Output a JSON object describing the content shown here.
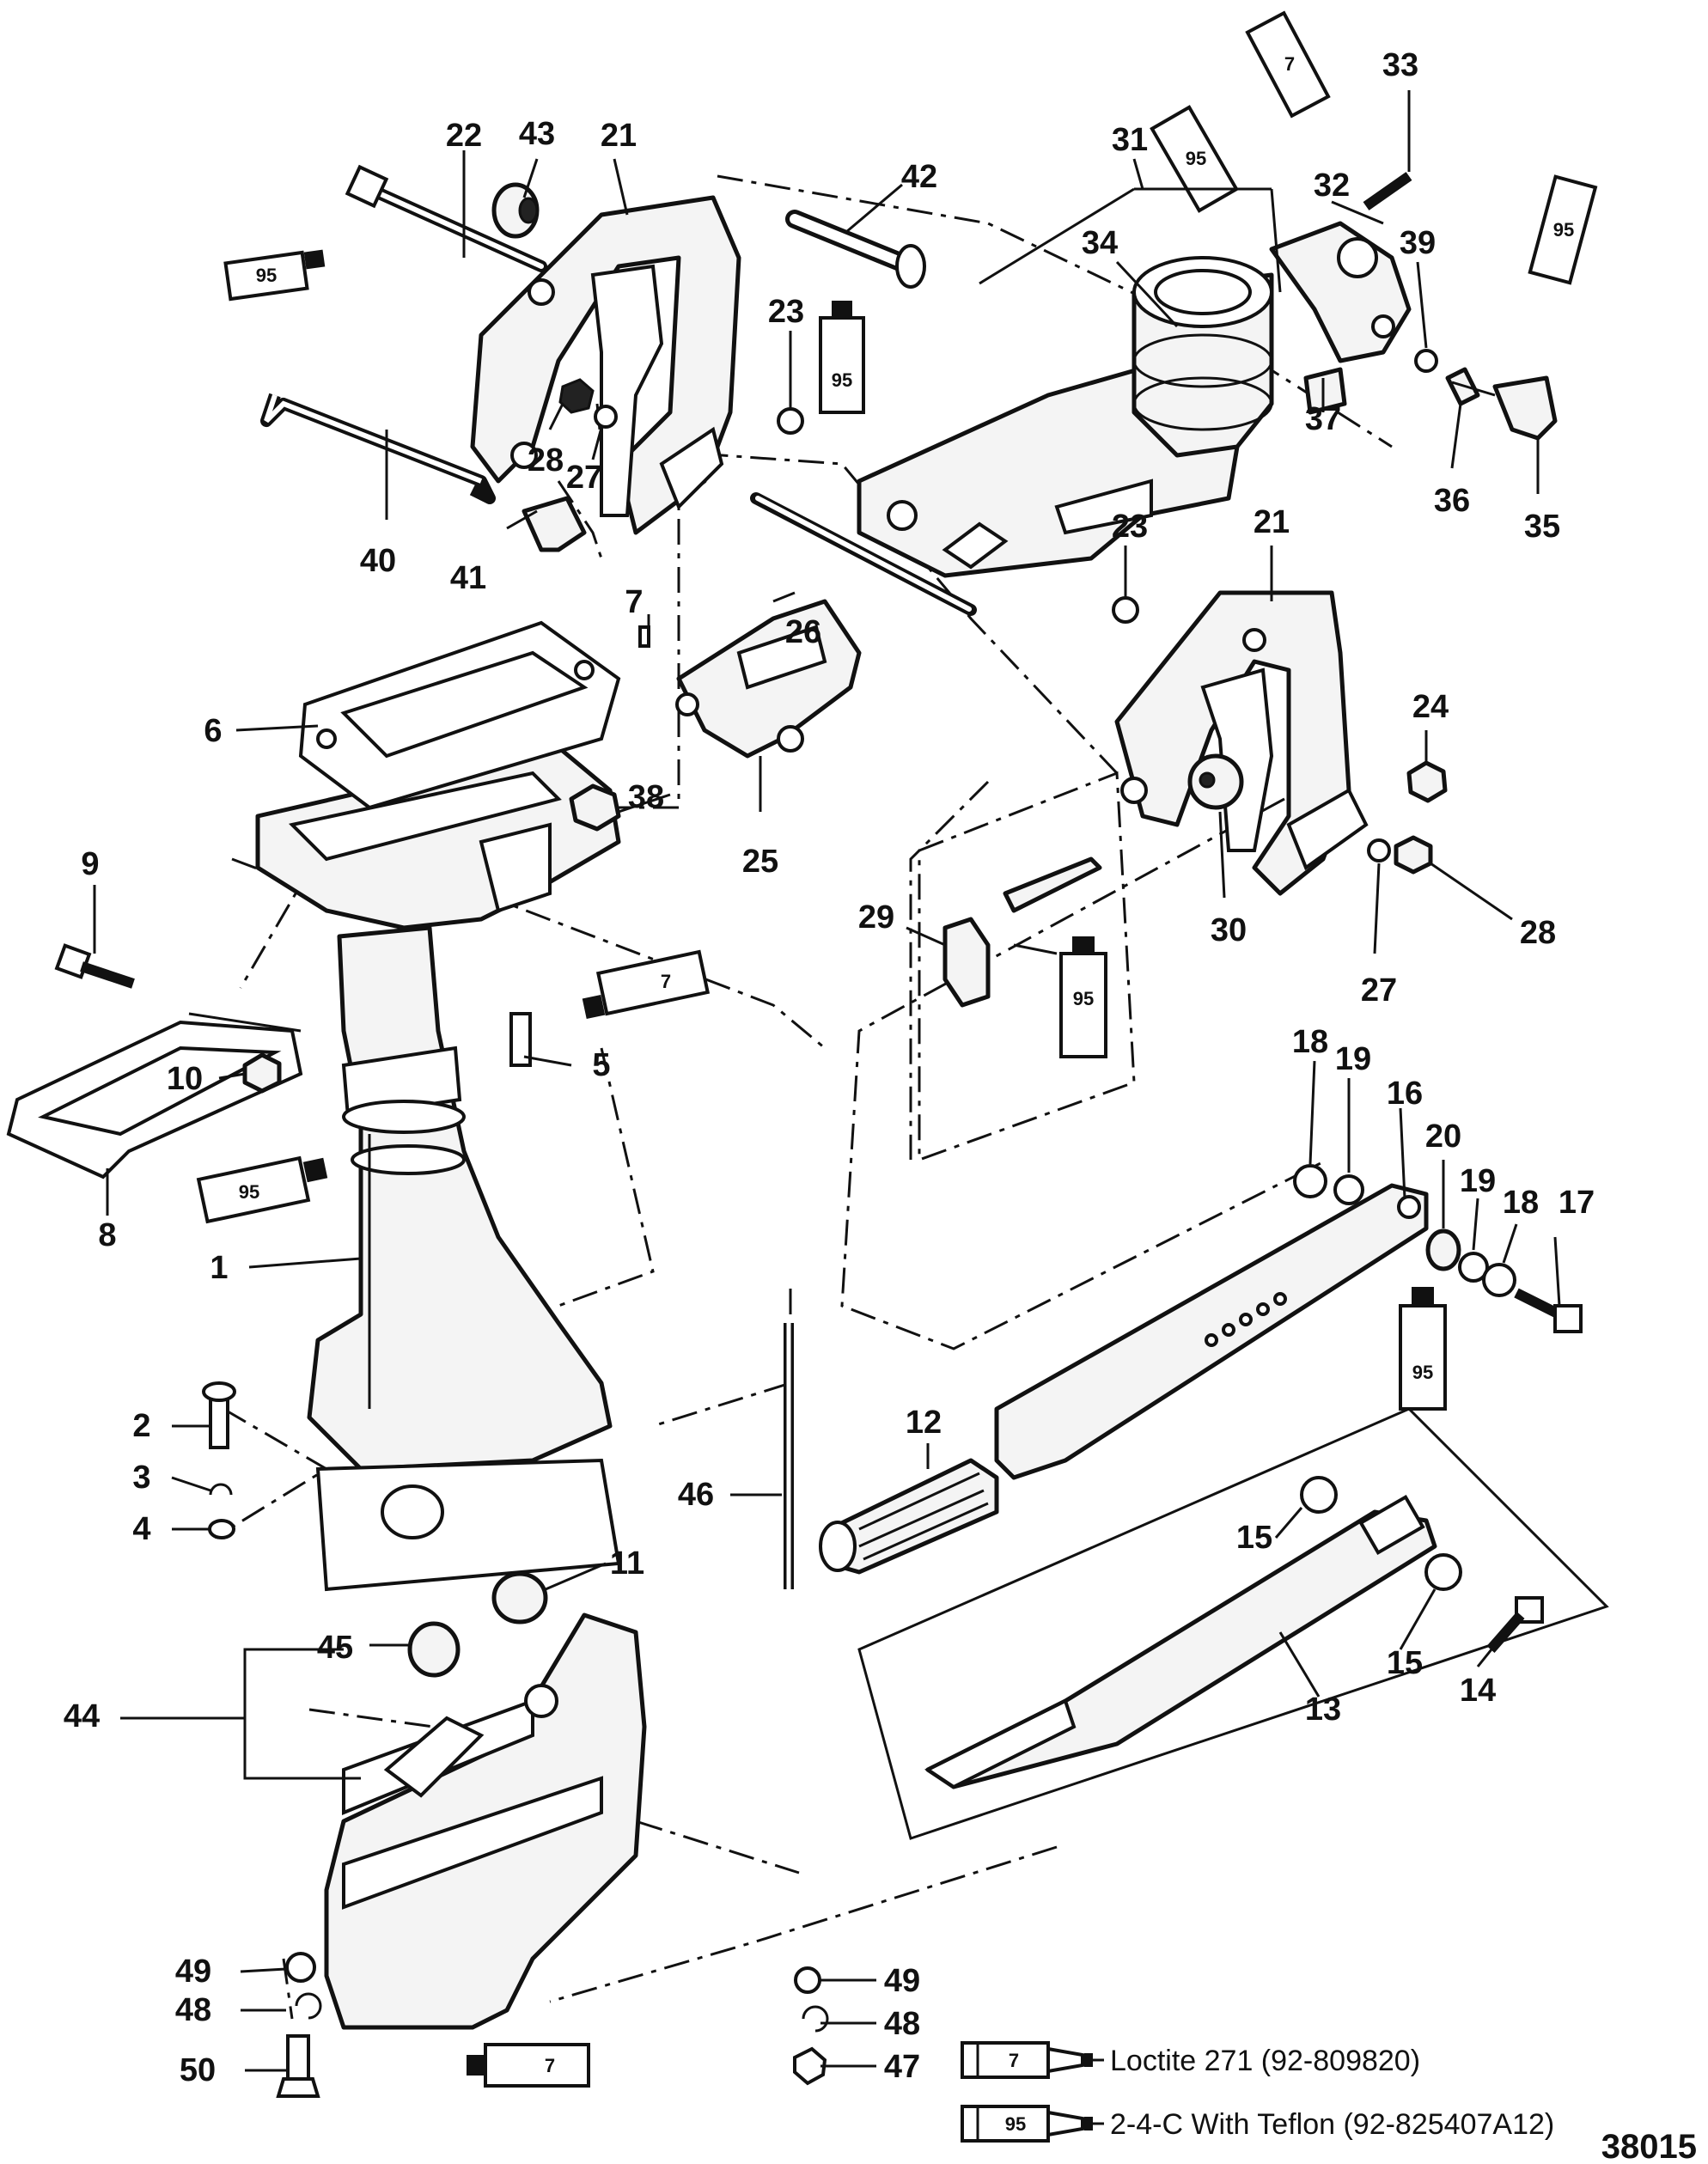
{
  "callouts": [
    "1",
    "2",
    "3",
    "4",
    "5",
    "6",
    "7",
    "8",
    "9",
    "10",
    "11",
    "12",
    "13",
    "14",
    "15",
    "15",
    "16",
    "17",
    "18",
    "18",
    "19",
    "19",
    "20",
    "21",
    "21",
    "22",
    "23",
    "23",
    "24",
    "25",
    "26",
    "27",
    "27",
    "28",
    "28",
    "29",
    "30",
    "31",
    "32",
    "33",
    "34",
    "35",
    "36",
    "37",
    "38",
    "39",
    "40",
    "41",
    "42",
    "43",
    "44",
    "45",
    "46",
    "47",
    "48",
    "48",
    "49",
    "49",
    "50"
  ],
  "legend": [
    {
      "code": "7",
      "text": "Loctite 271 (92-809820)"
    },
    {
      "code": "95",
      "text": "2-4-C  With Teflon (92-825407A12)"
    }
  ],
  "tube_codes": [
    "7",
    "95"
  ],
  "figure_number": "38015"
}
